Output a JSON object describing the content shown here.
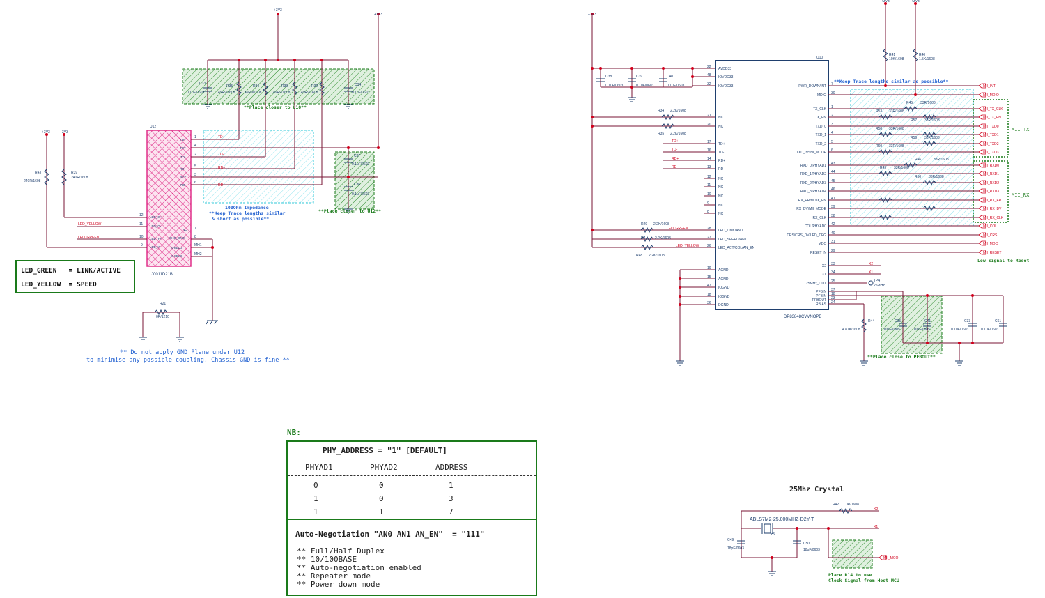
{
  "power": {
    "v33": "+3V3"
  },
  "connector": {
    "ref": "U12",
    "part": "J0011D21B",
    "pins_left": [
      "12",
      "11",
      "10",
      "9"
    ],
    "pins_right": [
      "1",
      "4",
      "2",
      "5",
      "3",
      "6",
      "7",
      "8",
      "MH1",
      "MH2"
    ],
    "inner_labels": [
      "TD+",
      "TCT",
      "TD-",
      "RD+",
      "RCT",
      "RD-",
      "NC",
      "CHS_GND",
      "SHIELD",
      "SHIELD"
    ],
    "inner_left_labels": [
      "LED_G+",
      "LED_G-",
      "LED_Y+",
      "LED_Y-"
    ],
    "nets_right": [
      "TD+",
      "TD-",
      "RD+",
      "RD-"
    ]
  },
  "left_resistors": [
    {
      "ref": "R43",
      "value": "240R/1608"
    },
    {
      "ref": "R39",
      "value": "240R/1608"
    },
    {
      "ref": "R21",
      "value": "0R/1210"
    }
  ],
  "left_nets": [
    "LED_YELLOW",
    "LED_GREEN"
  ],
  "left_top_parts": [
    {
      "ref": "C33",
      "value": "0.1uF/0603"
    },
    {
      "ref": "R35",
      "value": "49R9/1608"
    },
    {
      "ref": "R34",
      "value": "49R9/1608"
    },
    {
      "ref": "R33",
      "value": "49R9/1608"
    },
    {
      "ref": "R32",
      "value": "49R9/1608"
    },
    {
      "ref": "C34",
      "value": "0.1uF/0603"
    }
  ],
  "left_side_caps": [
    {
      "ref": "C37",
      "value": "0.1uF/0603"
    },
    {
      "ref": "C36",
      "value": "0.1uF/0603"
    }
  ],
  "notes": {
    "place_u10": "**Place closer to U10**",
    "impedance": "100Ohm Impedance",
    "keep_trace_1": "**Keep Trace lengths similar",
    "keep_trace_2": "& short as possible**",
    "place_u12": "**Place closer to U12**",
    "gnd_plane_1": "** Do not apply GND Plane under U12",
    "gnd_plane_2": "to minimise any possible coupling, Chassis GND is fine **",
    "keep_trace_right": "**Keep Trace lengths similar as possible**",
    "mii_tx": "MII_TX",
    "mii_rx": "MII_RX",
    "low_signal": "Low Signal to Reset",
    "place_pfbout": "**Place close to PFBOUT**",
    "crystal_title": "25Mhz Crystal",
    "crystal_part": "ABLS7M2-25.000MHZ-D2Y-T",
    "r14_note_1": "Place R14 to use",
    "r14_note_2": "Clock Signal from Host MCU"
  },
  "legend": {
    "line1": "LED_GREEN   = LINK/ACTIVE",
    "line2": "LED_YELLOW  = SPEED"
  },
  "phy": {
    "ref": "U10",
    "part": "DP83848CVVNOPB",
    "left_pins": [
      {
        "num": "22",
        "name": "AVDD33"
      },
      {
        "num": "48",
        "name": "IOVDD33"
      },
      {
        "num": "32",
        "name": "IOVDD33"
      },
      {
        "num": "21",
        "name": "NC"
      },
      {
        "num": "20",
        "name": "NC"
      },
      {
        "num": "17",
        "name": "TD+"
      },
      {
        "num": "16",
        "name": "TD-"
      },
      {
        "num": "14",
        "name": "RD+"
      },
      {
        "num": "13",
        "name": "RD-"
      },
      {
        "num": "12",
        "name": "NC"
      },
      {
        "num": "11",
        "name": "NC"
      },
      {
        "num": "10",
        "name": "NC"
      },
      {
        "num": "9",
        "name": "NC"
      },
      {
        "num": "8",
        "name": "NC"
      },
      {
        "num": "28",
        "name": "LED_LINK/AN0"
      },
      {
        "num": "27",
        "name": "LED_SPEED/AN1"
      },
      {
        "num": "26",
        "name": "LED_ACT/COL/AN_EN"
      },
      {
        "num": "19",
        "name": "AGND"
      },
      {
        "num": "15",
        "name": "AGND"
      },
      {
        "num": "47",
        "name": "IOGND"
      },
      {
        "num": "18",
        "name": "IOGND"
      },
      {
        "num": "36",
        "name": "DGND"
      }
    ],
    "right_pins": [
      {
        "num": "7",
        "name": "PWR_DOWN/INT"
      },
      {
        "num": "30",
        "name": "MDIO"
      },
      {
        "num": "1",
        "name": "TX_CLK"
      },
      {
        "num": "2",
        "name": "TX_EN"
      },
      {
        "num": "3",
        "name": "TXD_0"
      },
      {
        "num": "4",
        "name": "TXD_1"
      },
      {
        "num": "5",
        "name": "TXD_2"
      },
      {
        "num": "6",
        "name": "TXD_3/SNI_MODE"
      },
      {
        "num": "43",
        "name": "RXD_0/PHYAD1"
      },
      {
        "num": "44",
        "name": "RXD_1/PHYAD2"
      },
      {
        "num": "45",
        "name": "RXD_2/PHYAD3"
      },
      {
        "num": "46",
        "name": "RXD_3/PHYAD4"
      },
      {
        "num": "41",
        "name": "RX_ER/MDIX_EN"
      },
      {
        "num": "39",
        "name": "RX_DV/MII_MODE"
      },
      {
        "num": "38",
        "name": "RX_CLK"
      },
      {
        "num": "42",
        "name": "COL/PHYAD0"
      },
      {
        "num": "40",
        "name": "CRS/CRS_DV/LED_CFG"
      },
      {
        "num": "31",
        "name": "MDC"
      },
      {
        "num": "29",
        "name": "RESET_N"
      },
      {
        "num": "33",
        "name": "X2"
      },
      {
        "num": "34",
        "name": "X1"
      },
      {
        "num": "25",
        "name": "25MHz_OUT"
      },
      {
        "num": "37",
        "name": "PFBIN"
      },
      {
        "num": "18",
        "name": "PFBIN"
      },
      {
        "num": "23",
        "name": "PFBOUT"
      },
      {
        "num": "24",
        "name": "RBIAS"
      }
    ]
  },
  "phy_caps": [
    {
      "ref": "C38",
      "value": "0.1uF/0603"
    },
    {
      "ref": "C39",
      "value": "0.1uF/0603"
    },
    {
      "ref": "C40",
      "value": "0.1uF/0603"
    }
  ],
  "phy_left_res": [
    {
      "ref": "R34",
      "value": "2.2K/1608"
    },
    {
      "ref": "R35",
      "value": "2.2K/1608"
    },
    {
      "ref": "R29",
      "value": "2.2K/1608"
    },
    {
      "ref": "R4",
      "value": "2.2K/1608"
    },
    {
      "ref": "R48",
      "value": "2.2K/1608"
    }
  ],
  "phy_left_nets": [
    "TD+",
    "TD-",
    "RD+",
    "RD-",
    "LED_GREEN",
    "LED_YELLOW"
  ],
  "phy_right_res": [
    {
      "ref": "R41",
      "value": "10K/1608"
    },
    {
      "ref": "R40",
      "value": "1.5K/1608"
    },
    {
      "ref": "R45",
      "value": "33R/1608"
    },
    {
      "ref": "R53",
      "value": "33R/1608"
    },
    {
      "ref": "R57",
      "value": "33R/1608"
    },
    {
      "ref": "R58",
      "value": "33R/1608"
    },
    {
      "ref": "R59",
      "value": "33R/1608"
    },
    {
      "ref": "R60",
      "value": "33R/1608"
    },
    {
      "ref": "R46",
      "value": "33R/1608"
    },
    {
      "ref": "R49",
      "value": "33R/1608"
    },
    {
      "ref": "R50",
      "value": "33R/1608"
    },
    {
      "ref": "R44",
      "value": "4.87K/1608"
    },
    {
      "ref": "R42",
      "value": "0R/1608"
    }
  ],
  "mii_nets": [
    "MII_INT",
    "MII_MDIO",
    "MII_TX_CLK",
    "MII_TX_EN",
    "MII_TXD0",
    "MII_TXD1",
    "MII_TXD2",
    "MII_TXD3",
    "MII_RXD0",
    "MII_RXD1",
    "MII_RXD2",
    "MII_RXD3",
    "MII_RX_ER",
    "MII_RX_DV",
    "MII_RX_CLK",
    "MII_COL",
    "MII_CRS",
    "MII_MDC",
    "MII_RESET",
    "MII_MCO"
  ],
  "pfb_caps": [
    {
      "ref": "C35",
      "value": "10uF/0805"
    },
    {
      "ref": "C41",
      "value": "10uF/0805"
    },
    {
      "ref": "C33",
      "value": "0.1uF/0603"
    },
    {
      "ref": "C61",
      "value": "0.1uF/0603"
    }
  ],
  "crystal": {
    "ref": "Y5",
    "caps": [
      {
        "ref": "C49",
        "value": "18pF/0603"
      },
      {
        "ref": "C50",
        "value": "18pF/0603"
      }
    ],
    "nets": [
      "X2",
      "X1"
    ]
  },
  "tp": {
    "ref": "TP4",
    "label": "25MHz"
  },
  "nb": {
    "label": "NB:",
    "title": "PHY_ADDRESS = \"1\" [DEFAULT]",
    "headers": [
      "PHYAD1",
      "PHYAD2",
      "ADDRESS"
    ],
    "rows": [
      [
        "0",
        "0",
        "1"
      ],
      [
        "1",
        "0",
        "3"
      ],
      [
        "1",
        "1",
        "7"
      ]
    ],
    "an_title": "Auto-Negotiation \"AN0 AN1 AN_EN\"  = \"111\"",
    "an_items": [
      "** Full/Half Duplex",
      "** 10/100BASE",
      "** Auto-negotiation enabled",
      "** Repeater mode",
      "** Power down mode"
    ]
  },
  "colors": {
    "wire": "#7a1535",
    "part": "#1f3f6e",
    "red": "#d0001c",
    "green": "#1a7a1a",
    "cyan": "#33c9d8",
    "pink": "#e0308a",
    "blue_note": "#1f5fd0"
  }
}
